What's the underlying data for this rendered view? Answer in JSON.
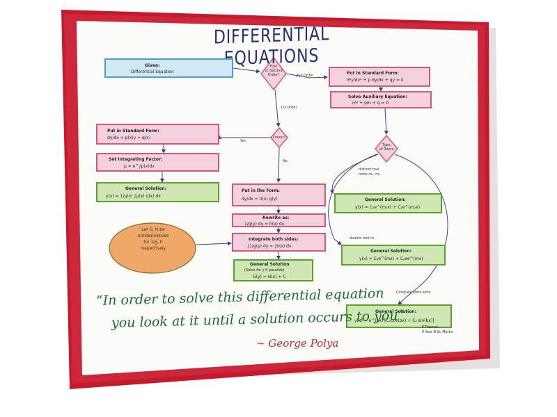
{
  "title": "DIFFERENTIAL EQUATIONS",
  "nodes": {
    "given": [
      "Given:",
      "Differential Equation"
    ],
    "std_form_2nd": [
      "Put in Standard Form:",
      "d²y/dx² + p dy/dx + qy = 0"
    ],
    "auxiliary": [
      "Solve Auxiliary Equation:",
      "m² + pm + q = 0"
    ],
    "std_form_1st": [
      "Put in Standard Form:",
      "dy/dx + p(x)y = q(x)"
    ],
    "integrating_factor": [
      "Set Integrating Factor:",
      "μ = e^∫p(x)dx"
    ],
    "gen_sol_linear": [
      "General Solution:",
      "y(x) = 1/μ(x) ∫μ(x) q(x) dx"
    ],
    "put_in_form": [
      "Put in the Form:",
      "dy/dx = h(x) g(y)"
    ],
    "rewrite": [
      "Rewrite as:",
      "1/g(y) dy = h(x) dx"
    ],
    "integrate": [
      "Integrate both sides:",
      "∫1/g(y) dy = ∫h(x) dx"
    ],
    "gen_sol_separable": [
      "General Solution",
      "(Solve for y if possible)",
      "G(y) = H(x) + C"
    ],
    "gen_sol_distinct": [
      "General Solution:",
      "y(x) = C₁e^(m₁x) + C₂e^(m₂x)"
    ],
    "gen_sol_double": [
      "General Solution:",
      "y(x) = C₁e^(mx) + C₂xe^(mx)"
    ],
    "gen_sol_complex": [
      "General Solution:",
      "y(x) = e^(ax) [C₁cos(bx) + C₂ sin(bx)]"
    ]
  },
  "decisions": {
    "order": [
      "First",
      "or Second",
      "Order?"
    ],
    "linear": [
      "Linear?"
    ],
    "roots": [
      "Type",
      "of Roots"
    ]
  },
  "edge_labels": {
    "second_order": "2nd Order",
    "first_order": "1st Order",
    "yes": "Yes",
    "no": "No",
    "distinct_roots": [
      "distinct real",
      "roots m₁, m₂"
    ],
    "double_root": "double root m",
    "complex_roots": "Complex roots a±bi"
  },
  "note": [
    "Let G, H be",
    "antiderivatives",
    "for 1/g, h",
    "respectively"
  ],
  "quote": {
    "line1": "“In order to solve this differential equation",
    "line2": "you look at it until a solution occurs to you”",
    "author": "~ George Polya"
  },
  "signature": [
    "P.Thomas",
    "II Year B.Sc Maths"
  ],
  "colors": {
    "frame": "#c41a2c",
    "blue_box": "#cfeaf4",
    "pink_box": "#f3d0db",
    "green_box": "#cfe7b3",
    "oval": "#f0a868",
    "arrows": "#3b3f8f",
    "title": "#27307a",
    "quote": "#1c6b3a"
  }
}
